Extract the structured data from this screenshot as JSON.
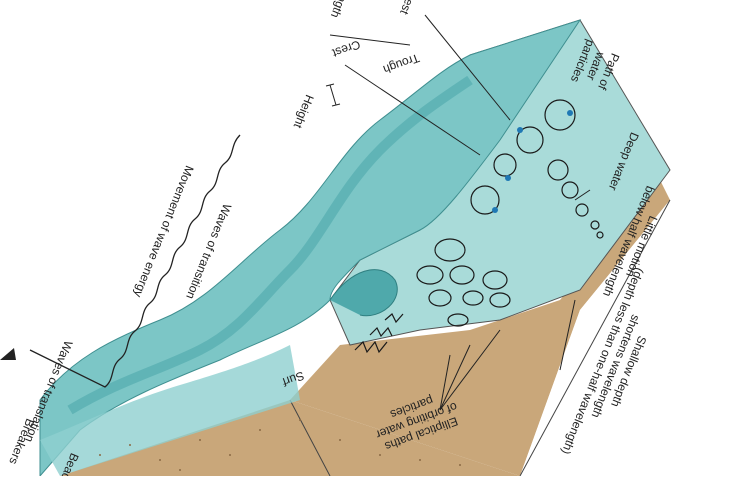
{
  "labels": {
    "movement_of_wave_energy": "Movement of wave energy",
    "waves_of_translation": "Waves of translation",
    "waves_of_transition": "Waves of transition",
    "breakers": "Breakers",
    "beach": "Beach",
    "surf": "Surf",
    "crest": "Crest",
    "trough": "Trough",
    "height": "Height",
    "wavelength_fragment": "ngth",
    "crest_fragment": "est",
    "path_line1": "Path of",
    "path_line2": "water",
    "path_line3": "particles",
    "deep_water": "Deep water",
    "little_motion_line1": "Little motion",
    "little_motion_line2": "below half wavelength",
    "shallow_line1": "Shallow depth",
    "shallow_line2": "shortens wavelength",
    "shallow_line3": "(depth less than one-half wavelength)",
    "elliptical_line1": "Elliptical paths",
    "elliptical_line2": "of orbiting water",
    "elliptical_line3": "particles"
  },
  "colors": {
    "water_light": "#a9dbd9",
    "water_mid": "#7cc6c6",
    "water_dark": "#4fa9ab",
    "sand": "#c9a77a",
    "sand_dark": "#b38c5c",
    "orbit_stroke": "#1a1a1a",
    "particle": "#1f78b4"
  }
}
